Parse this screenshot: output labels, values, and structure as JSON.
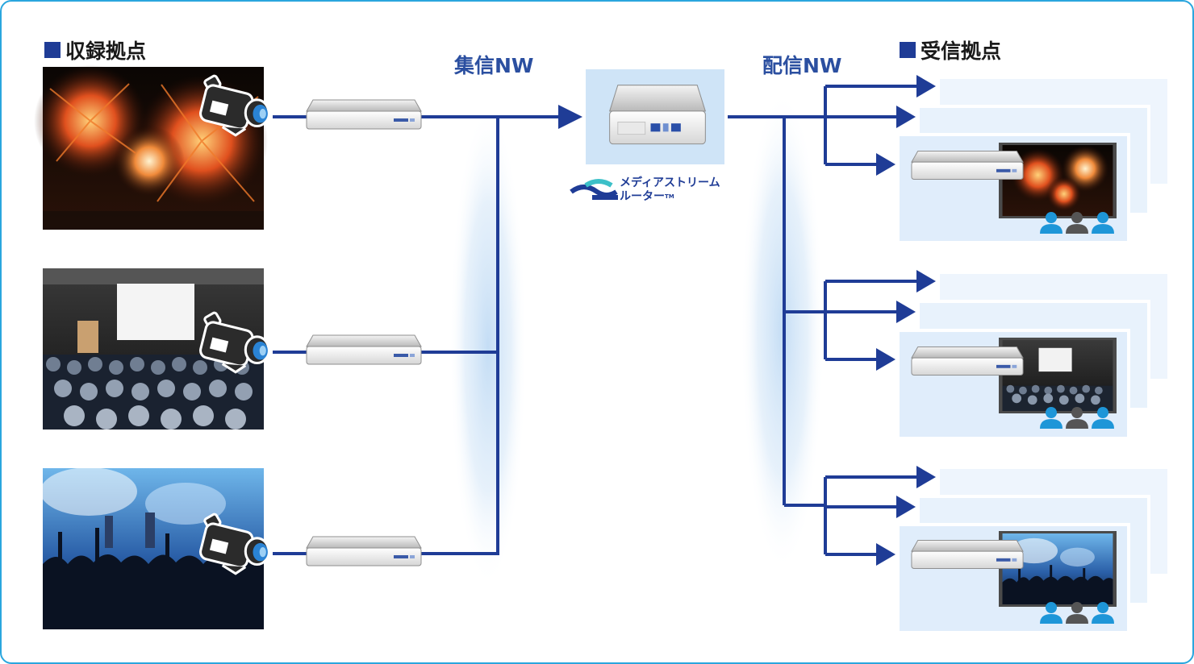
{
  "sections": {
    "recording": "収録拠点",
    "receiving": "受信拠点"
  },
  "networks": {
    "collect": "集信NW",
    "distribute": "配信NW"
  },
  "router": {
    "name_line1": "メディアストリーム",
    "name_line2": "ルーター",
    "trademark": "TM"
  },
  "sources": [
    {
      "scene": "fireworks"
    },
    {
      "scene": "conference"
    },
    {
      "scene": "concert"
    }
  ],
  "destination_groups": [
    {
      "scene": "fireworks",
      "copies": 3
    },
    {
      "scene": "conference",
      "copies": 3
    },
    {
      "scene": "concert",
      "copies": 3
    }
  ],
  "colors": {
    "line": "#1f3c96",
    "glow": "#cfe3f7",
    "panel": "#e6f1fc",
    "frame": "#2aa6de",
    "audience_blue": "#1e96d8",
    "audience_gray": "#555555"
  },
  "icons": [
    "video-camera-icon",
    "encoder-device-icon",
    "router-device-icon",
    "monitor-icon",
    "audience-icon",
    "arrow-icon"
  ]
}
